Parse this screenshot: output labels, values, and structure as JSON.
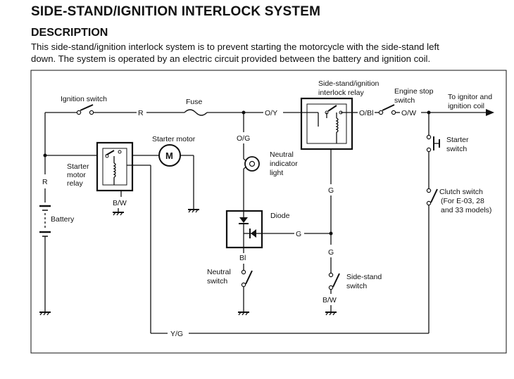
{
  "header": {
    "title": "SIDE-STAND/IGNITION INTERLOCK SYSTEM",
    "subtitle": "DESCRIPTION",
    "line1": "This side-stand/ignition interlock system is to prevent starting the motorcycle with the side-stand left",
    "line2": "down. The system is operated by an electric circuit provided between the battery and ignition coil."
  },
  "components": {
    "ignition_switch": "Ignition switch",
    "fuse": "Fuse",
    "starter_motor": "Starter motor",
    "motor_symbol": "M",
    "starter_relay_1": "Starter",
    "starter_relay_2": "motor",
    "starter_relay_3": "relay",
    "battery": "Battery",
    "neutral_light_1": "Neutral",
    "neutral_light_2": "indicator",
    "neutral_light_3": "light",
    "diode": "Diode",
    "neutral_switch_1": "Neutral",
    "neutral_switch_2": "switch",
    "interlock_relay_1": "Side-stand/ignition",
    "interlock_relay_2": "interlock relay",
    "engine_stop_1": "Engine stop",
    "engine_stop_2": "switch",
    "to_ignitor_1": "To ignitor and",
    "to_ignitor_2": "ignition coil",
    "starter_switch_1": "Starter",
    "starter_switch_2": "switch",
    "clutch_switch_1": "Clutch switch",
    "clutch_switch_2": "(For E-03, 28",
    "clutch_switch_3": "and 33 models)",
    "side_stand_switch_1": "Side-stand",
    "side_stand_switch_2": "switch"
  },
  "wire_labels": {
    "r_top": "R",
    "r_left": "R",
    "oy": "O/Y",
    "og": "O/G",
    "obl": "O/Bl",
    "ow": "O/W",
    "bw_relay": "B/W",
    "g_upper": "G",
    "g_diode": "G",
    "g_lower": "G",
    "bl": "Bl",
    "bw_stand": "B/W",
    "yg": "Y/G"
  }
}
